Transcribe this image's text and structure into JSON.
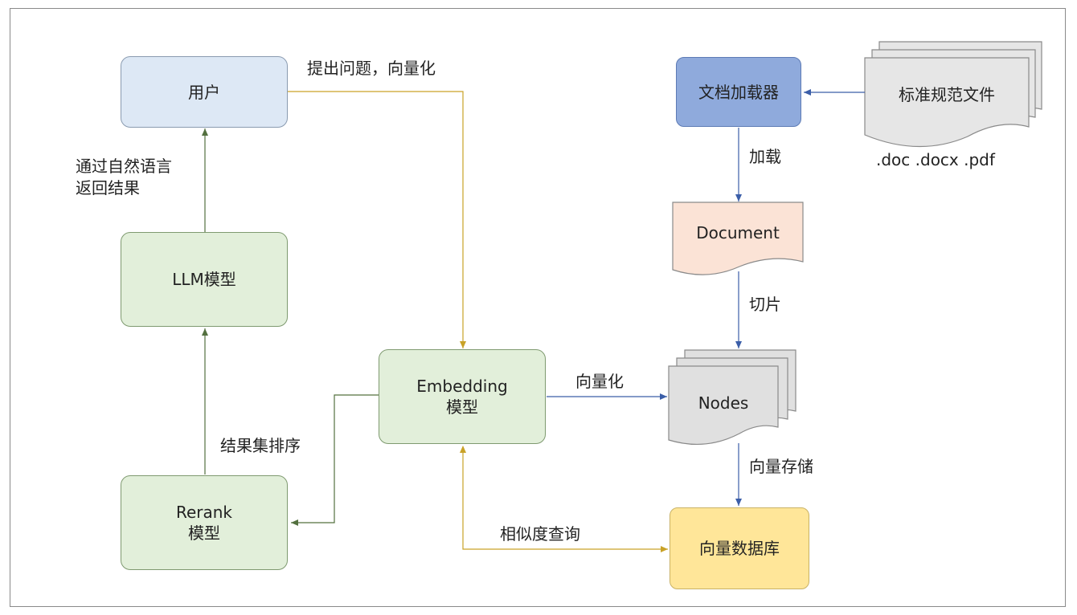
{
  "nodes": {
    "user": "用户",
    "llm": "LLM模型",
    "rerank": {
      "line1": "Rerank",
      "line2": "模型"
    },
    "embedding": {
      "line1": "Embedding",
      "line2": "模型"
    },
    "doc_loader": "文档加载器",
    "std_files": "标准规范文件",
    "document": "Document",
    "nodes": "Nodes",
    "vector_db": "向量数据库"
  },
  "labels": {
    "ask_question": "提出问题，向量化",
    "natural_language_1": "通过自然语言",
    "natural_language_2": "返回结果",
    "rerank_results": "结果集排序",
    "vectorize": "向量化",
    "similarity_query": "相似度查询",
    "load": "加载",
    "split": "切片",
    "vector_store": "向量存储",
    "file_types": ".doc .docx .pdf"
  },
  "colors": {
    "user_fill": "#dde8f5",
    "model_fill": "#e2efda",
    "loader_fill": "#8faadc",
    "document_fill": "#fbe3d6",
    "nodes_fill": "#e0e0e0",
    "vector_db_fill": "#ffe699",
    "green_arrow": "#53703f",
    "gold_arrow": "#c9a227",
    "blue_arrow": "#3b5ea8"
  }
}
